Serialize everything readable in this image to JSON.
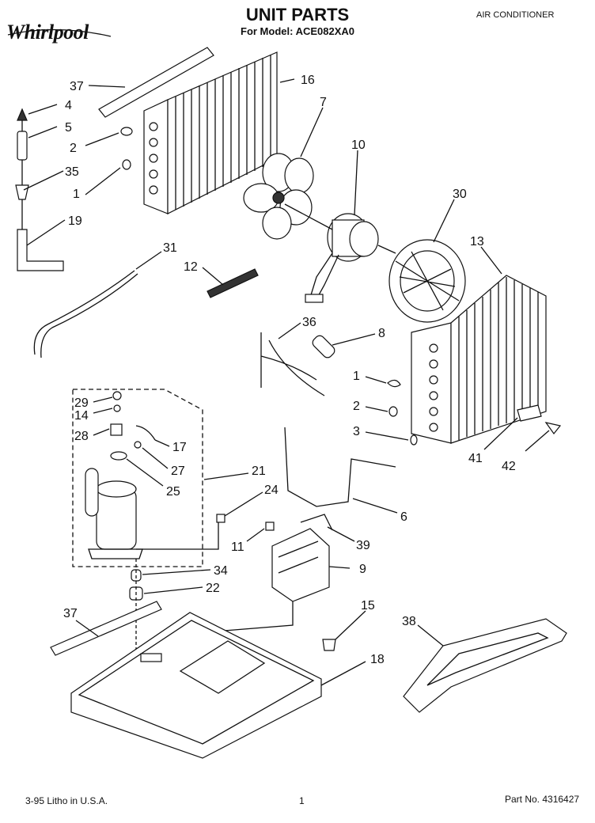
{
  "header": {
    "brand": "Whirlpool",
    "title": "UNIT PARTS",
    "subtitle": "For Model: ACE082XA0",
    "category": "AIR CONDITIONER"
  },
  "footer": {
    "date_print": "3-95  Litho in U.S.A.",
    "page": "1",
    "part_no": "Part No. 4316427"
  },
  "callouts": [
    "37",
    "4",
    "5",
    "2",
    "35",
    "1",
    "19",
    "16",
    "7",
    "10",
    "30",
    "13",
    "31",
    "12",
    "36",
    "8",
    "1",
    "2",
    "3",
    "41",
    "42",
    "29",
    "14",
    "28",
    "17",
    "27",
    "25",
    "21",
    "24",
    "6",
    "11",
    "39",
    "9",
    "34",
    "22",
    "37",
    "15",
    "38",
    "18"
  ]
}
